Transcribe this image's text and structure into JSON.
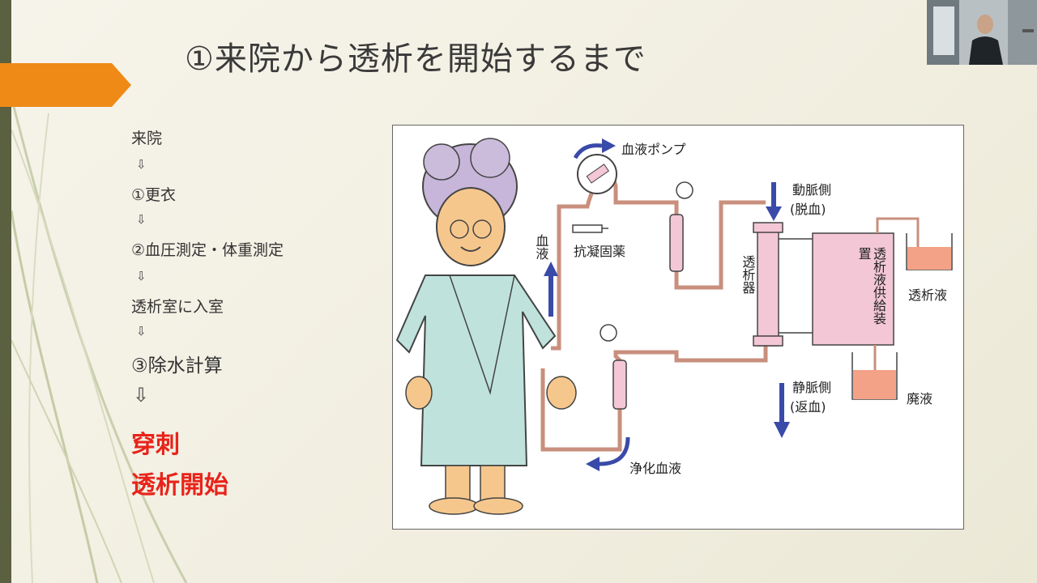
{
  "slide": {
    "title": "①来院から透析を開始するまで",
    "steps": [
      {
        "text": "来院"
      },
      {
        "text": "⇩"
      },
      {
        "text": "①更衣"
      },
      {
        "text": "⇩"
      },
      {
        "text": "②血圧測定・体重測定"
      },
      {
        "text": "⇩"
      },
      {
        "text": "透析室に入室"
      },
      {
        "text": "⇩"
      },
      {
        "text": "③除水計算"
      },
      {
        "text": "⇩"
      },
      {
        "text": "穿刺"
      },
      {
        "text": "透析開始"
      }
    ],
    "highlight_color": "#e8231a",
    "accent_color": "#ef8a17"
  },
  "diagram": {
    "labels": {
      "blood_pump": "血液ポンプ",
      "blood": "血液",
      "anticoagulant": "抗凝固薬",
      "arterial_side": "動脈側",
      "arterial_side_sub": "(脱血)",
      "dialyzer": "透析器",
      "supply_device": "透析液供給装置",
      "dialysate": "透析液",
      "venous_side": "静脈側",
      "venous_side_sub": "(返血)",
      "waste": "廃液",
      "purified_blood": "浄化血液"
    },
    "colors": {
      "tube": "#c98f7d",
      "machine": "#f3c7d6",
      "arrow": "#3a4aa8",
      "liquid": "#f3a287"
    }
  },
  "webcam": {
    "label": ""
  }
}
